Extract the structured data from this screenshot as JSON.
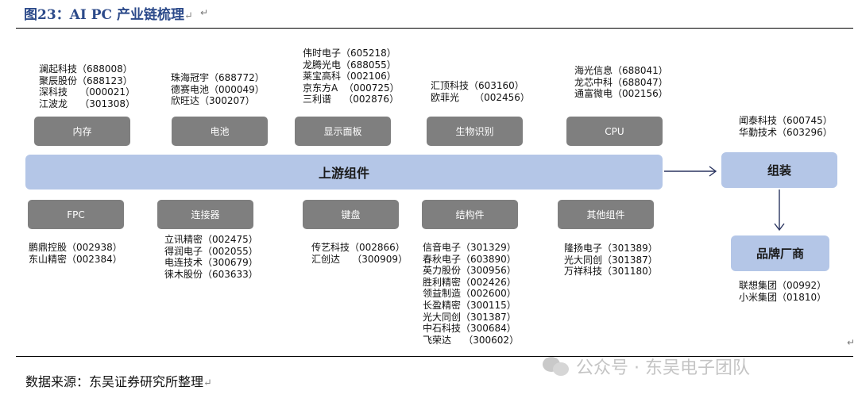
{
  "figure_title": "图23：AI PC 产业链梳理",
  "paragraph_mark": "↵",
  "center_bar": "上游组件",
  "assembly": {
    "label": "组装",
    "companies": [
      "闻泰科技（600745）",
      "华勤技术（603296）"
    ]
  },
  "brand": {
    "label": "品牌厂商",
    "companies": [
      "联想集团（00992）",
      "小米集团（01810）"
    ]
  },
  "top_components": [
    {
      "label": "内存",
      "companies": [
        "澜起科技（688008）",
        "聚辰股份（688123）",
        "深科技    （000021）",
        "江波龙    （301308）"
      ]
    },
    {
      "label": "电池",
      "companies": [
        "珠海冠宇（688772）",
        "德赛电池（000049）",
        "欣旺达（300207）"
      ]
    },
    {
      "label": "显示面板",
      "companies": [
        "伟时电子（605218）",
        "龙腾光电（688055）",
        "莱宝高科（002106）",
        "京东方A  （000725）",
        "三利谱    （002876）"
      ]
    },
    {
      "label": "生物识别",
      "companies": [
        "汇顶科技（603160）",
        "欧菲光     （002456）"
      ]
    },
    {
      "label": "CPU",
      "companies": [
        "海光信息（688041）",
        "龙芯中科（688047）",
        "通富微电（002156）"
      ]
    }
  ],
  "bottom_components": [
    {
      "label": "FPC",
      "companies": [
        "鹏鼎控股（002938）",
        "东山精密（002384）"
      ]
    },
    {
      "label": "连接器",
      "companies": [
        "立讯精密（002475）",
        "得润电子（002055）",
        "电连技术（300679）",
        "徕木股份（603633）"
      ]
    },
    {
      "label": "键盘",
      "companies": [
        "传艺科技（002866）",
        "汇创达    （300909）"
      ]
    },
    {
      "label": "结构件",
      "companies": [
        "信音电子（301329）",
        "春秋电子（603890）",
        "英力股份（300956）",
        "胜利精密（002426）",
        "领益制造（002600）",
        "长盈精密（300115）",
        "光大同创（301387）",
        "中石科技（300684）",
        "飞荣达    （300602）"
      ]
    },
    {
      "label": "其他组件",
      "companies": [
        "隆扬电子（301389）",
        "光大同创（301387）",
        "万祥科技（301180）"
      ]
    }
  ],
  "source": "数据来源：东吴证券研究所整理",
  "watermark": "公众号 · 东吴电子团队"
}
